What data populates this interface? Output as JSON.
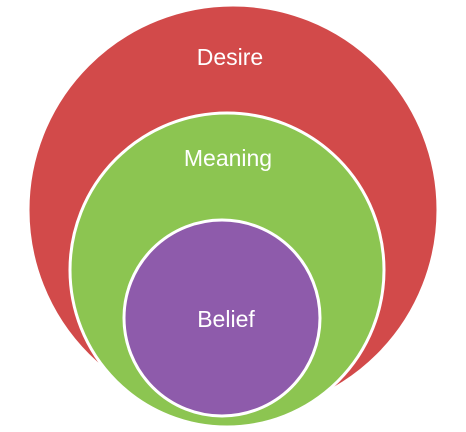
{
  "diagram": {
    "outer": {
      "label": "Desire",
      "color": "#d24a4a"
    },
    "middle": {
      "label": "Meaning",
      "color": "#8cc551"
    },
    "inner": {
      "label": "Belief",
      "color": "#8e5bab"
    },
    "ring_border_color": "#ffffff"
  }
}
